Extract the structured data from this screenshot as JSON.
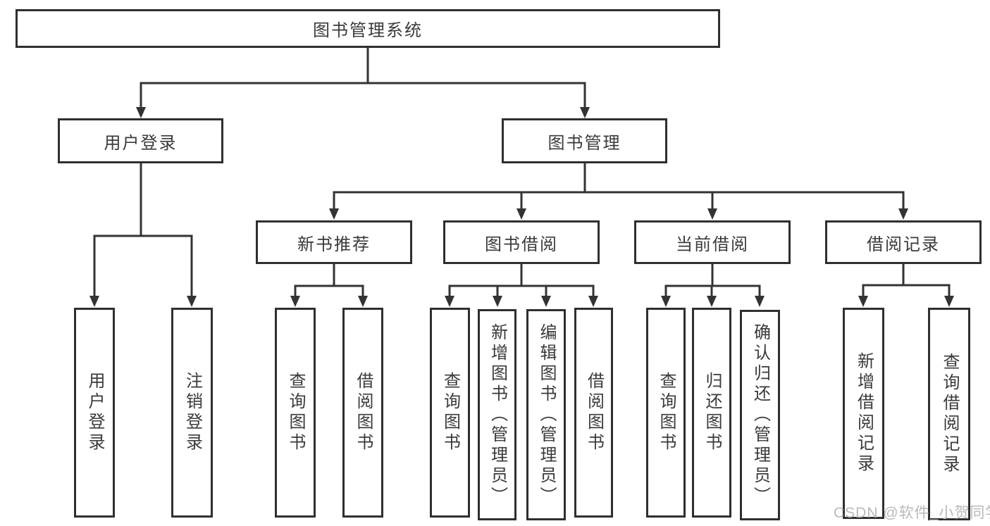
{
  "diagram": {
    "tree": {
      "label": "图书管理系统",
      "children": [
        {
          "label": "用户登录",
          "children": [
            {
              "label": "用户登录"
            },
            {
              "label": "注销登录"
            }
          ]
        },
        {
          "label": "图书管理",
          "children": [
            {
              "label": "新书推荐",
              "children": [
                {
                  "label": "查询图书"
                },
                {
                  "label": "借阅图书"
                }
              ]
            },
            {
              "label": "图书借阅",
              "children": [
                {
                  "label": "查询图书"
                },
                {
                  "label": "新增图书（管理员）"
                },
                {
                  "label": "编辑图书（管理员）"
                },
                {
                  "label": "借阅图书"
                }
              ]
            },
            {
              "label": "当前借阅",
              "children": [
                {
                  "label": "查询图书"
                },
                {
                  "label": "归还图书"
                },
                {
                  "label": "确认归还（管理员）"
                }
              ]
            },
            {
              "label": "借阅记录",
              "children": [
                {
                  "label": "新增借阅记录"
                },
                {
                  "label": "查询借阅记录"
                }
              ]
            }
          ]
        }
      ]
    }
  },
  "watermark": {
    "text": "CSDN @软件_小贺同学"
  },
  "colors": {
    "line": "#333333",
    "box_border": "#2f2f2f",
    "text": "#3a3a3a",
    "watermark_text": "#b9b9b9",
    "background": "#ffffff"
  }
}
